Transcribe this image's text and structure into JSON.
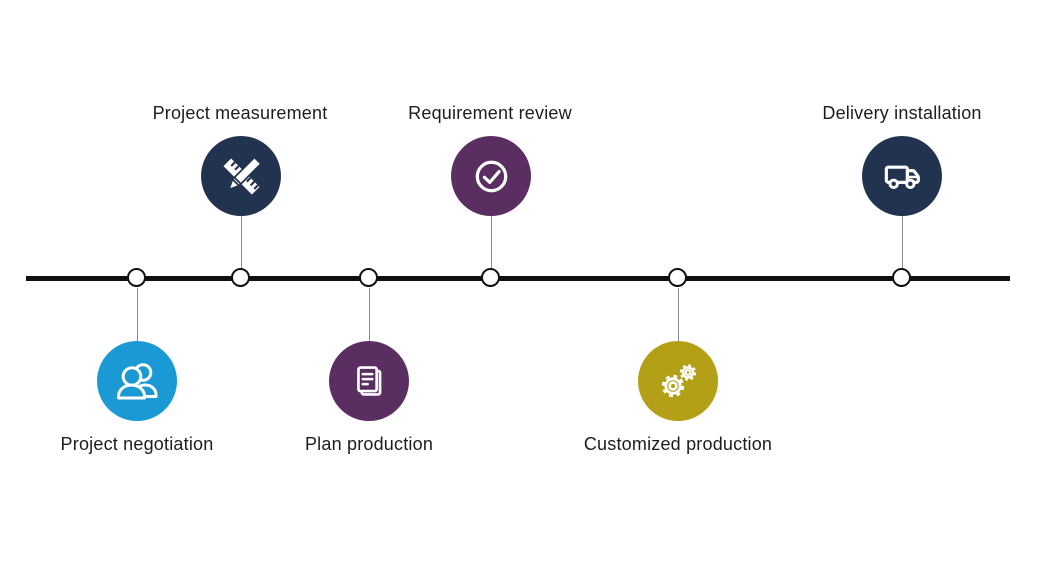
{
  "diagram": {
    "type": "process-timeline",
    "background_color": "#ffffff",
    "timeline_color": "#111111",
    "connector_color": "#8c8c8c",
    "label_color": "#1d1d1d",
    "node_style": "white circle with black border on timeline",
    "step_count": 6
  },
  "colors": {
    "navy": "#223350",
    "purple": "#5b2e62",
    "blue": "#1b99d5",
    "gold": "#b3a017"
  },
  "steps": [
    {
      "label": "Project negotiation",
      "icon": "people-icon",
      "side": "below",
      "color": "#1b99d5"
    },
    {
      "label": "Project measurement",
      "icon": "ruler-pencil-icon",
      "side": "above",
      "color": "#223350"
    },
    {
      "label": "Plan production",
      "icon": "documents-icon",
      "side": "below",
      "color": "#5b2e62"
    },
    {
      "label": "Requirement review",
      "icon": "check-circle-icon",
      "side": "above",
      "color": "#5b2e62"
    },
    {
      "label": "Customized production",
      "icon": "gears-icon",
      "side": "below",
      "color": "#b3a017"
    },
    {
      "label": "Delivery installation",
      "icon": "truck-icon",
      "side": "above",
      "color": "#223350"
    }
  ]
}
